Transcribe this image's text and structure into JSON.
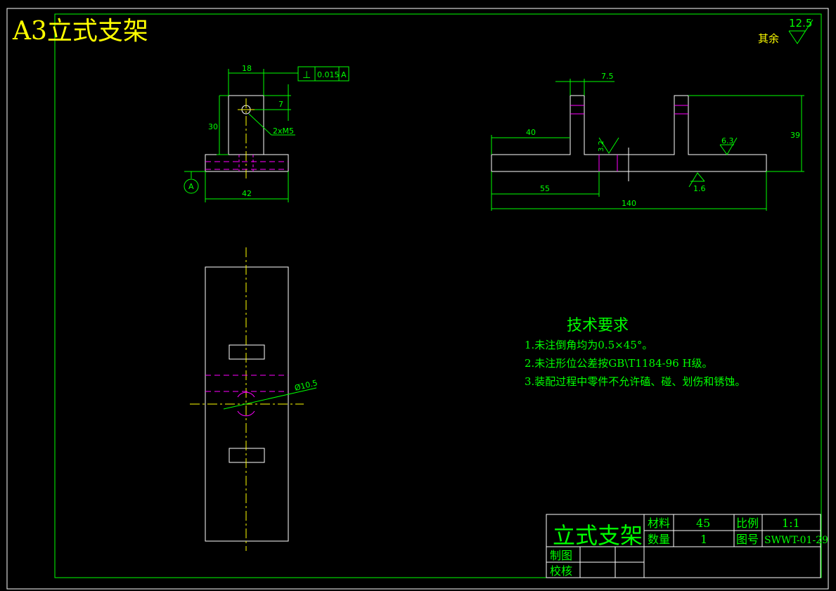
{
  "title": "A3立式支架",
  "roughness_general": {
    "label": "其余",
    "value": "12.5"
  },
  "tolerance_frame": {
    "symbol": "⊥",
    "value": "0.015",
    "datum": "A"
  },
  "datum_label": "A",
  "dims": {
    "front_width_top": "18",
    "front_hole_offset": "7",
    "front_height": "30",
    "thread_note": "2xM5",
    "front_base_width": "42",
    "side_slot_width": "7.5",
    "side_left_len": "40",
    "side_height": "39",
    "side_hole_pos": "55",
    "side_total_len": "140",
    "hole_dia": "Ø10.5"
  },
  "roughness_marks": {
    "r1": "3.2",
    "r2": "6.3",
    "r3": "1.6"
  },
  "tech": {
    "heading": "技术要求",
    "lines": [
      "1.未注倒角均为0.5×45°。",
      "2.未注形位公差按GB\\T1184-96 H级。",
      "3.装配过程中零件不允许磕、碰、划伤和锈蚀。"
    ]
  },
  "title_block": {
    "name": "立式支架",
    "material_label": "材料",
    "material_value": "45",
    "scale_label": "比例",
    "scale_value": "1:1",
    "qty_label": "数量",
    "qty_value": "1",
    "drawing_no_label": "图号",
    "drawing_no_value": "SWWT-01-29",
    "drawn_label": "制图",
    "checked_label": "校核"
  },
  "colors": {
    "background": "#000000",
    "frame": "#ffffff",
    "border_green": "#00ff00",
    "dimension": "#00ff00",
    "hidden_line": "#ff00ff",
    "title": "#ffff00",
    "outline": "#ffffff"
  }
}
